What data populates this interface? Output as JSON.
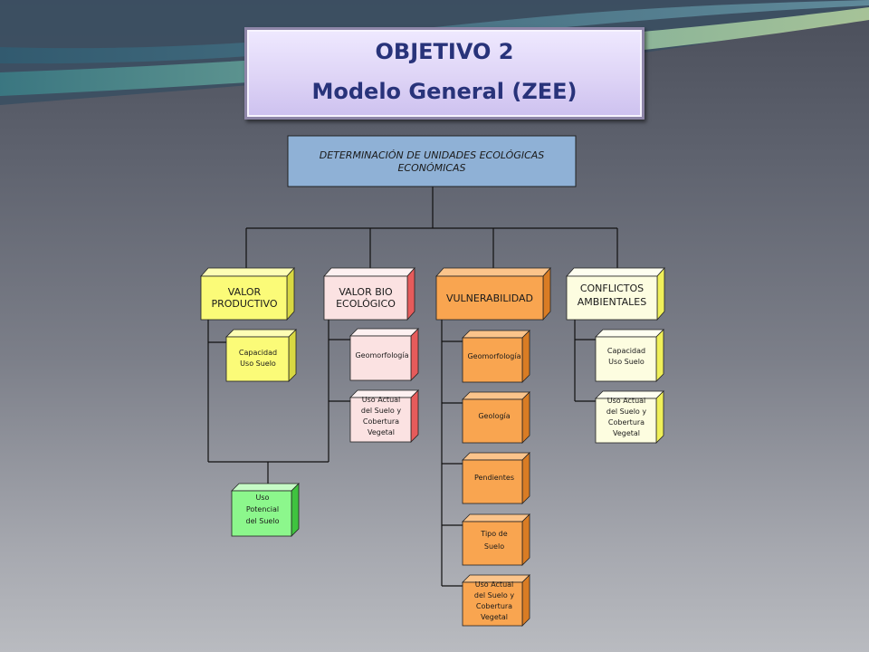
{
  "title": {
    "line1": "OBJETIVO 2",
    "line2": "Modelo General (ZEE)"
  },
  "root": {
    "lines": [
      "DETERMINACIÓN DE UNIDADES ECOLÓGICAS",
      "ECONÓMICAS"
    ]
  },
  "categories": [
    {
      "id": "productivo",
      "lines": [
        "VALOR",
        "PRODUCTIVO"
      ],
      "color": "#fbfb78",
      "children": [
        {
          "lines": [
            "Capacidad",
            "Uso Suelo"
          ],
          "color": "#fbfb78"
        }
      ]
    },
    {
      "id": "bioecologico",
      "lines": [
        "VALOR BIO",
        "ECOLÓGICO"
      ],
      "color": "#fbe2e2",
      "children": [
        {
          "lines": [
            "Geomorfología"
          ],
          "color": "#fbe2e2"
        },
        {
          "lines": [
            "Uso Actual",
            "del Suelo y",
            "Cobertura",
            "Vegetal"
          ],
          "color": "#fbe2e2"
        }
      ]
    },
    {
      "id": "vulnerabilidad",
      "lines": [
        "VULNERABILIDAD"
      ],
      "color": "#f9a550",
      "children": [
        {
          "lines": [
            "Geomorfología"
          ],
          "color": "#f9a550"
        },
        {
          "lines": [
            "Geología"
          ],
          "color": "#f9a550"
        },
        {
          "lines": [
            "Pendientes"
          ],
          "color": "#f9a550"
        },
        {
          "lines": [
            "Tipo de",
            "Suelo"
          ],
          "color": "#f9a550"
        },
        {
          "lines": [
            "Uso Actual",
            "del Suelo y",
            "Cobertura",
            "Vegetal"
          ],
          "color": "#f9a550"
        }
      ]
    },
    {
      "id": "conflictos",
      "lines": [
        "CONFLICTOS",
        "AMBIENTALES"
      ],
      "color": "#fdfde0",
      "children": [
        {
          "lines": [
            "Capacidad",
            "Uso Suelo"
          ],
          "color": "#fdfde0"
        },
        {
          "lines": [
            "Uso Actual",
            "del Suelo y",
            "Cobertura",
            "Vegetal"
          ],
          "color": "#fdfde0"
        }
      ]
    }
  ],
  "result": {
    "lines": [
      "Uso",
      "Potencial",
      "del Suelo"
    ],
    "color": "#8cf78c"
  },
  "colors": {
    "root_fill": "#8fb1d6",
    "connector": "#111111",
    "border": "#222222"
  }
}
